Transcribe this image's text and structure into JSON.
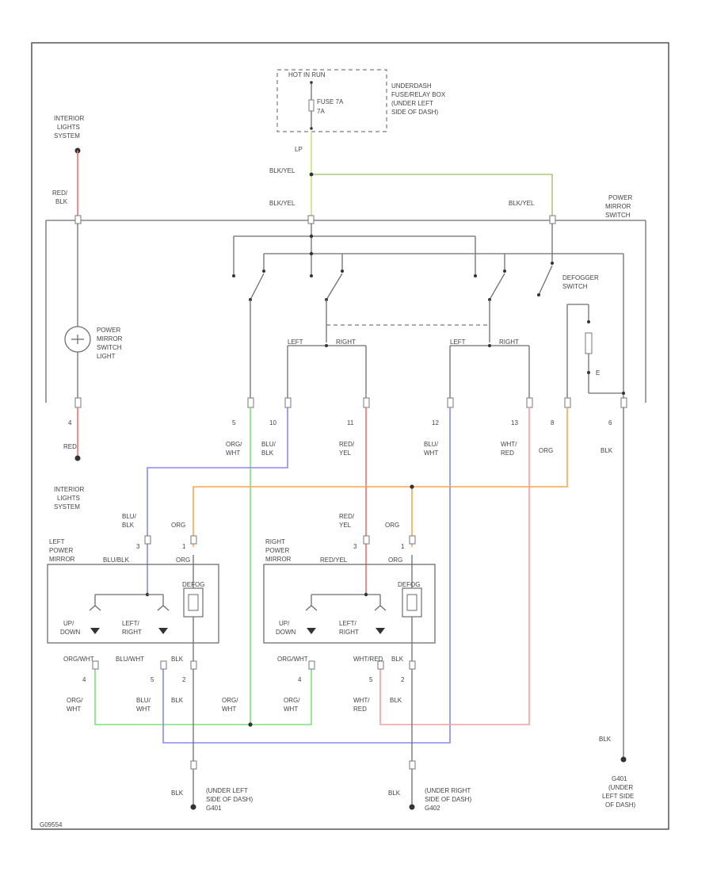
{
  "colors": {
    "green": "#7ee07e",
    "blue": "#8a8af2",
    "orange": "#ffa64d",
    "pink": "#f2a0a0",
    "red": "#f07070",
    "yellow_green": "#d0e07a",
    "gray": "#6e6e6e",
    "border": "#555555"
  },
  "labels": {
    "fuse_box_hot": "HOT IN RUN",
    "fuse": "FUSE 7A",
    "fuse_amp": "7A",
    "fuse_box_desc": [
      "UNDERDASH",
      "FUSE/RELAY BOX",
      "(UNDER LEFT",
      "SIDE OF DASH)"
    ],
    "lp": "LP",
    "blk_yel_top": "BLK/YEL",
    "blk_yel_left": "BLK/YEL",
    "blk_yel_right": "BLK/YEL",
    "interior_top": [
      "INTERIOR",
      "LIGHTS",
      "SYSTEM"
    ],
    "red_blk": [
      "RED/",
      "BLK"
    ],
    "power_mirror_switch": [
      "POWER",
      "MIRROR",
      "SWITCH"
    ],
    "switch_light": [
      "POWER",
      "MIRROR",
      "SWITCH",
      "LIGHT"
    ],
    "defogger_switch": [
      "DEFOGGER",
      "SWITCH"
    ],
    "switch_left_a": "LEFT",
    "switch_right_a": "RIGHT",
    "switch_left_b": "LEFT",
    "switch_right_b": "RIGHT",
    "pin_4": "4",
    "pin_5": "5",
    "pin_10": "10",
    "pin_11": "11",
    "pin_12": "12",
    "pin_13": "13",
    "pin_8": "8",
    "pin_6": "6",
    "pin_e": "E",
    "red": "RED",
    "wire_org_wht": [
      "ORG/",
      "WHT"
    ],
    "wire_blu_blk": [
      "BLU/",
      "BLK"
    ],
    "wire_red_yel": [
      "RED/",
      "YEL"
    ],
    "wire_blu_wht": [
      "BLU/",
      "WHT"
    ],
    "wire_wht_red": [
      "WHT/",
      "RED"
    ],
    "wire_org": "ORG",
    "wire_blk": "BLK",
    "interior_bottom": [
      "INTERIOR",
      "LIGHTS",
      "SYSTEM"
    ],
    "left_blu_blk": [
      "BLU/",
      "BLK"
    ],
    "left_org": "ORG",
    "left_pin_3": "3",
    "left_pin_1": "1",
    "left_mirror": [
      "LEFT",
      "POWER",
      "MIRROR"
    ],
    "left_inner_blublk": "BLU/BLK",
    "left_inner_org": "ORG",
    "left_defog": "DEFOG",
    "left_up_down": [
      "UP/",
      "DOWN"
    ],
    "left_left_right": [
      "LEFT/",
      "RIGHT"
    ],
    "right_red_yel": [
      "RED/",
      "YEL"
    ],
    "right_org": "ORG",
    "right_pin_3": "3",
    "right_pin_1": "1",
    "right_mirror": [
      "RIGHT",
      "POWER",
      "MIRROR"
    ],
    "right_inner_redyel": "RED/YEL",
    "right_inner_org": "ORG",
    "right_defog": "DEFOG",
    "right_up_down": [
      "UP/",
      "DOWN"
    ],
    "right_left_right": [
      "LEFT/",
      "RIGHT"
    ],
    "left_bottom_orgwht": "ORG/WHT",
    "left_bottom_bluwht": "BLU/WHT",
    "left_bottom_blk": "BLK",
    "left_pin_4": "4",
    "left_pin_5": "5",
    "left_pin_2": "2",
    "right_bottom_orgwht": "ORG/WHT",
    "right_bottom_whtred": "WHT/RED",
    "right_bottom_blk": "BLK",
    "right_pin_4": "4",
    "right_pin_5": "5",
    "right_pin_2": "2",
    "low_org_wht_a": [
      "ORG/",
      "WHT"
    ],
    "low_blu_wht": [
      "BLU/",
      "WHT"
    ],
    "low_blk_a": "BLK",
    "low_org_wht_b": [
      "ORG/",
      "WHT"
    ],
    "low_org_wht_c": [
      "ORG/",
      "WHT"
    ],
    "low_wht_red": [
      "WHT/",
      "RED"
    ],
    "low_blk_b": "BLK",
    "ground_blk_right": "BLK",
    "ground_left_blk": "BLK",
    "ground_left": [
      "(UNDER LEFT",
      "SIDE OF DASH)",
      "G401"
    ],
    "ground_mid_blk": "BLK",
    "ground_mid": [
      "(UNDER RIGHT",
      "SIDE OF DASH)",
      "G402"
    ],
    "ground_right": [
      "G401",
      "(UNDER",
      "LEFT SIDE",
      "OF DASH)"
    ],
    "figure_id": "G09554"
  }
}
